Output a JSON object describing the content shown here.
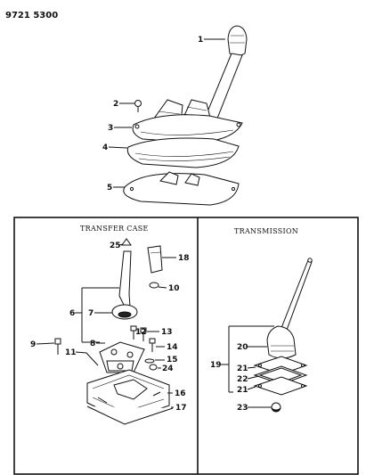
{
  "diagram_code": "9721 5300",
  "panels": {
    "transfer_case": {
      "title": "TRANSFER CASE"
    },
    "transmission": {
      "title": "TRANSMISSION"
    }
  },
  "callouts": {
    "c1": "1",
    "c2": "2",
    "c3": "3",
    "c4": "4",
    "c5": "5",
    "c6": "6",
    "c7": "7",
    "c8": "8",
    "c9": "9",
    "c10": "10",
    "c11": "11",
    "c12": "12",
    "c13": "13",
    "c14": "14",
    "c15": "15",
    "c16": "16",
    "c17": "17",
    "c18": "18",
    "c19": "19",
    "c20": "20",
    "c21a": "21",
    "c21b": "21",
    "c22": "22",
    "c23": "23",
    "c24": "24",
    "c25": "25"
  }
}
